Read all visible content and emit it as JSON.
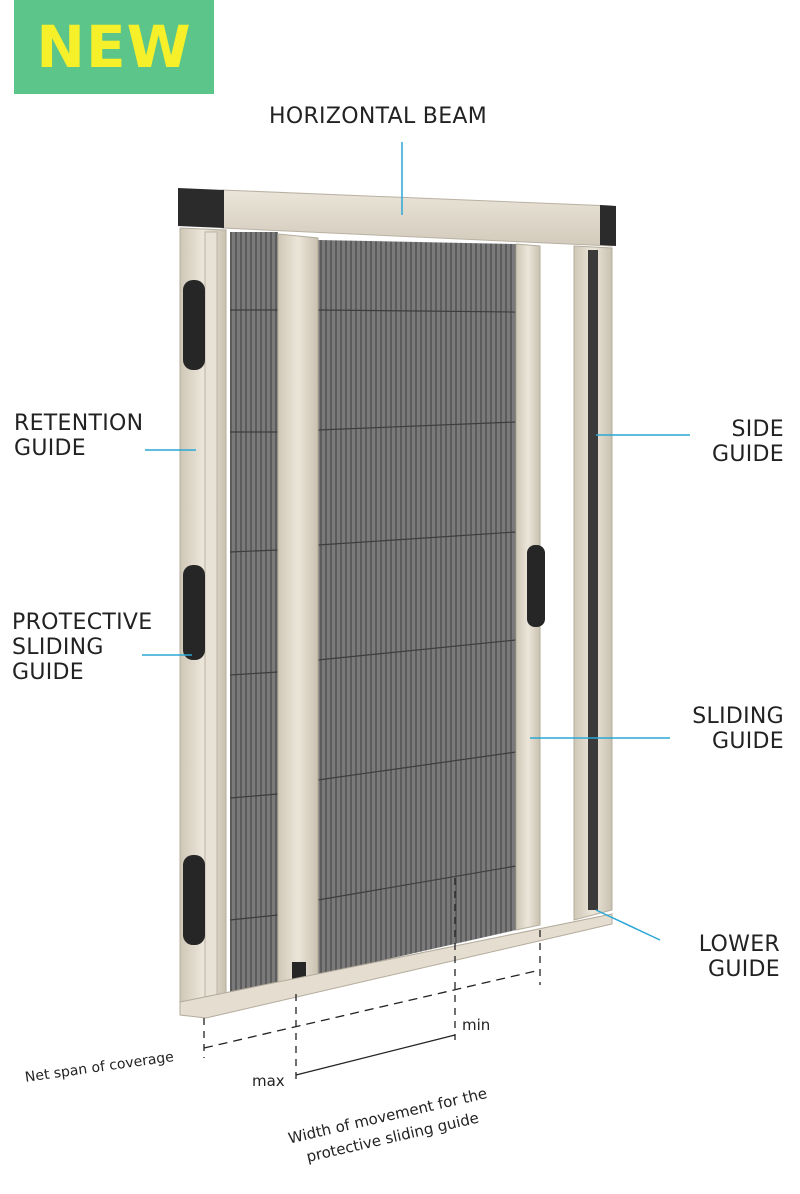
{
  "badge": {
    "text": "NEW"
  },
  "labels": {
    "horizontal_beam": "HORIZONTAL BEAM",
    "retention_guide": [
      "RETENTION",
      "GUIDE"
    ],
    "protective_sliding_guide": [
      "PROTECTIVE",
      "SLIDING",
      "GUIDE"
    ],
    "side_guide": [
      "SIDE",
      "GUIDE"
    ],
    "sliding_guide": [
      "SLIDING",
      "GUIDE"
    ],
    "lower_guide": [
      "LOWER",
      "GUIDE"
    ]
  },
  "dimensions": {
    "min": "min",
    "max": "max",
    "net_span": "Net span of coverage",
    "movement_width": [
      "Width of movement for the",
      "protective sliding guide"
    ]
  },
  "colors": {
    "badge_bg": "#5cc58a",
    "badge_text": "#f5f02a",
    "leader": "#2aa7d6",
    "frame": "#ddd6c8",
    "mesh": "#6b6b6b"
  }
}
